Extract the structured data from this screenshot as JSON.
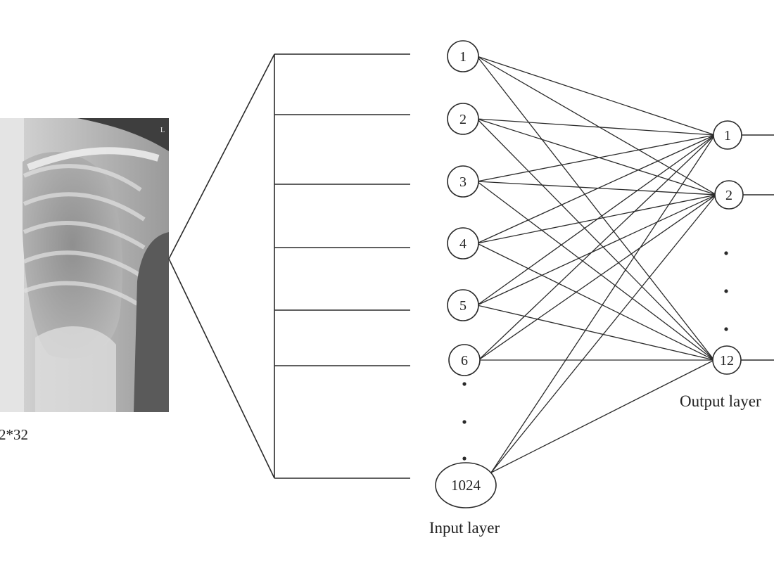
{
  "image_caption": "2*32",
  "input_layer": {
    "label": "Input layer",
    "nodes": [
      "1",
      "2",
      "3",
      "4",
      "5",
      "6",
      "1024"
    ]
  },
  "output_layer": {
    "label": "Output layer",
    "nodes": [
      "1",
      "2",
      "12"
    ]
  },
  "colors": {
    "line": "#2a2a2a",
    "node_fill": "#ffffff",
    "background": "#ffffff"
  }
}
